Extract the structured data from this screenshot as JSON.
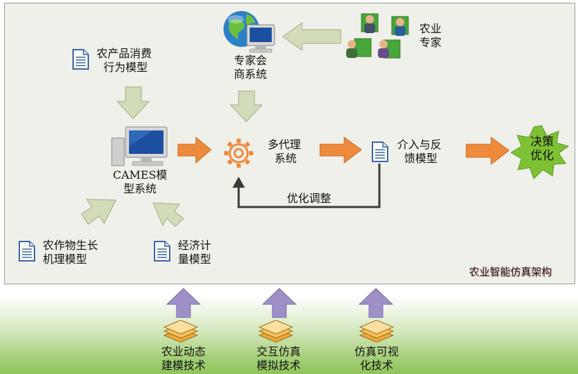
{
  "nodes": {
    "consumer_model": [
      "农产品消费",
      "行为模型"
    ],
    "expert_system": [
      "专家会",
      "商系统"
    ],
    "experts": [
      "农业",
      "专家"
    ],
    "cames": [
      "CAMES模",
      "型系统"
    ],
    "multi_agent": [
      "多代理",
      "系统"
    ],
    "intervention_model": [
      "介入与反",
      "馈模型"
    ],
    "decision": [
      "决策",
      "优化"
    ],
    "feedback_label": "优化调整",
    "crop_model": [
      "农作物生长",
      "机理模型"
    ],
    "econ_model": [
      "经济计",
      "量模型"
    ],
    "architecture_title": "农业智能仿真架构"
  },
  "technologies": [
    [
      "农业动态",
      "建模技术"
    ],
    [
      "交互仿真",
      "模拟技术"
    ],
    [
      "仿真可视",
      "化技术"
    ]
  ],
  "colors": {
    "panel": "#eff0e9",
    "green_arrow": "#d3dcb8",
    "orange_arrow": "#ee8a3c",
    "purple_arrow": "#9e90c6",
    "star": "#7ec234",
    "feedback_line": "#3a3a3a"
  }
}
